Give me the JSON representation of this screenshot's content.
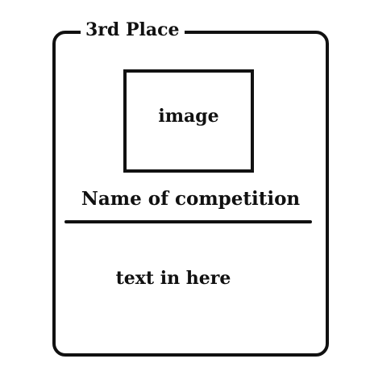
{
  "card": {
    "place_label": "3rd Place",
    "image_placeholder": "image",
    "competition_name": "Name of competition",
    "body_text": "text in here"
  },
  "colors": {
    "stroke": "#111111",
    "background": "#ffffff"
  }
}
